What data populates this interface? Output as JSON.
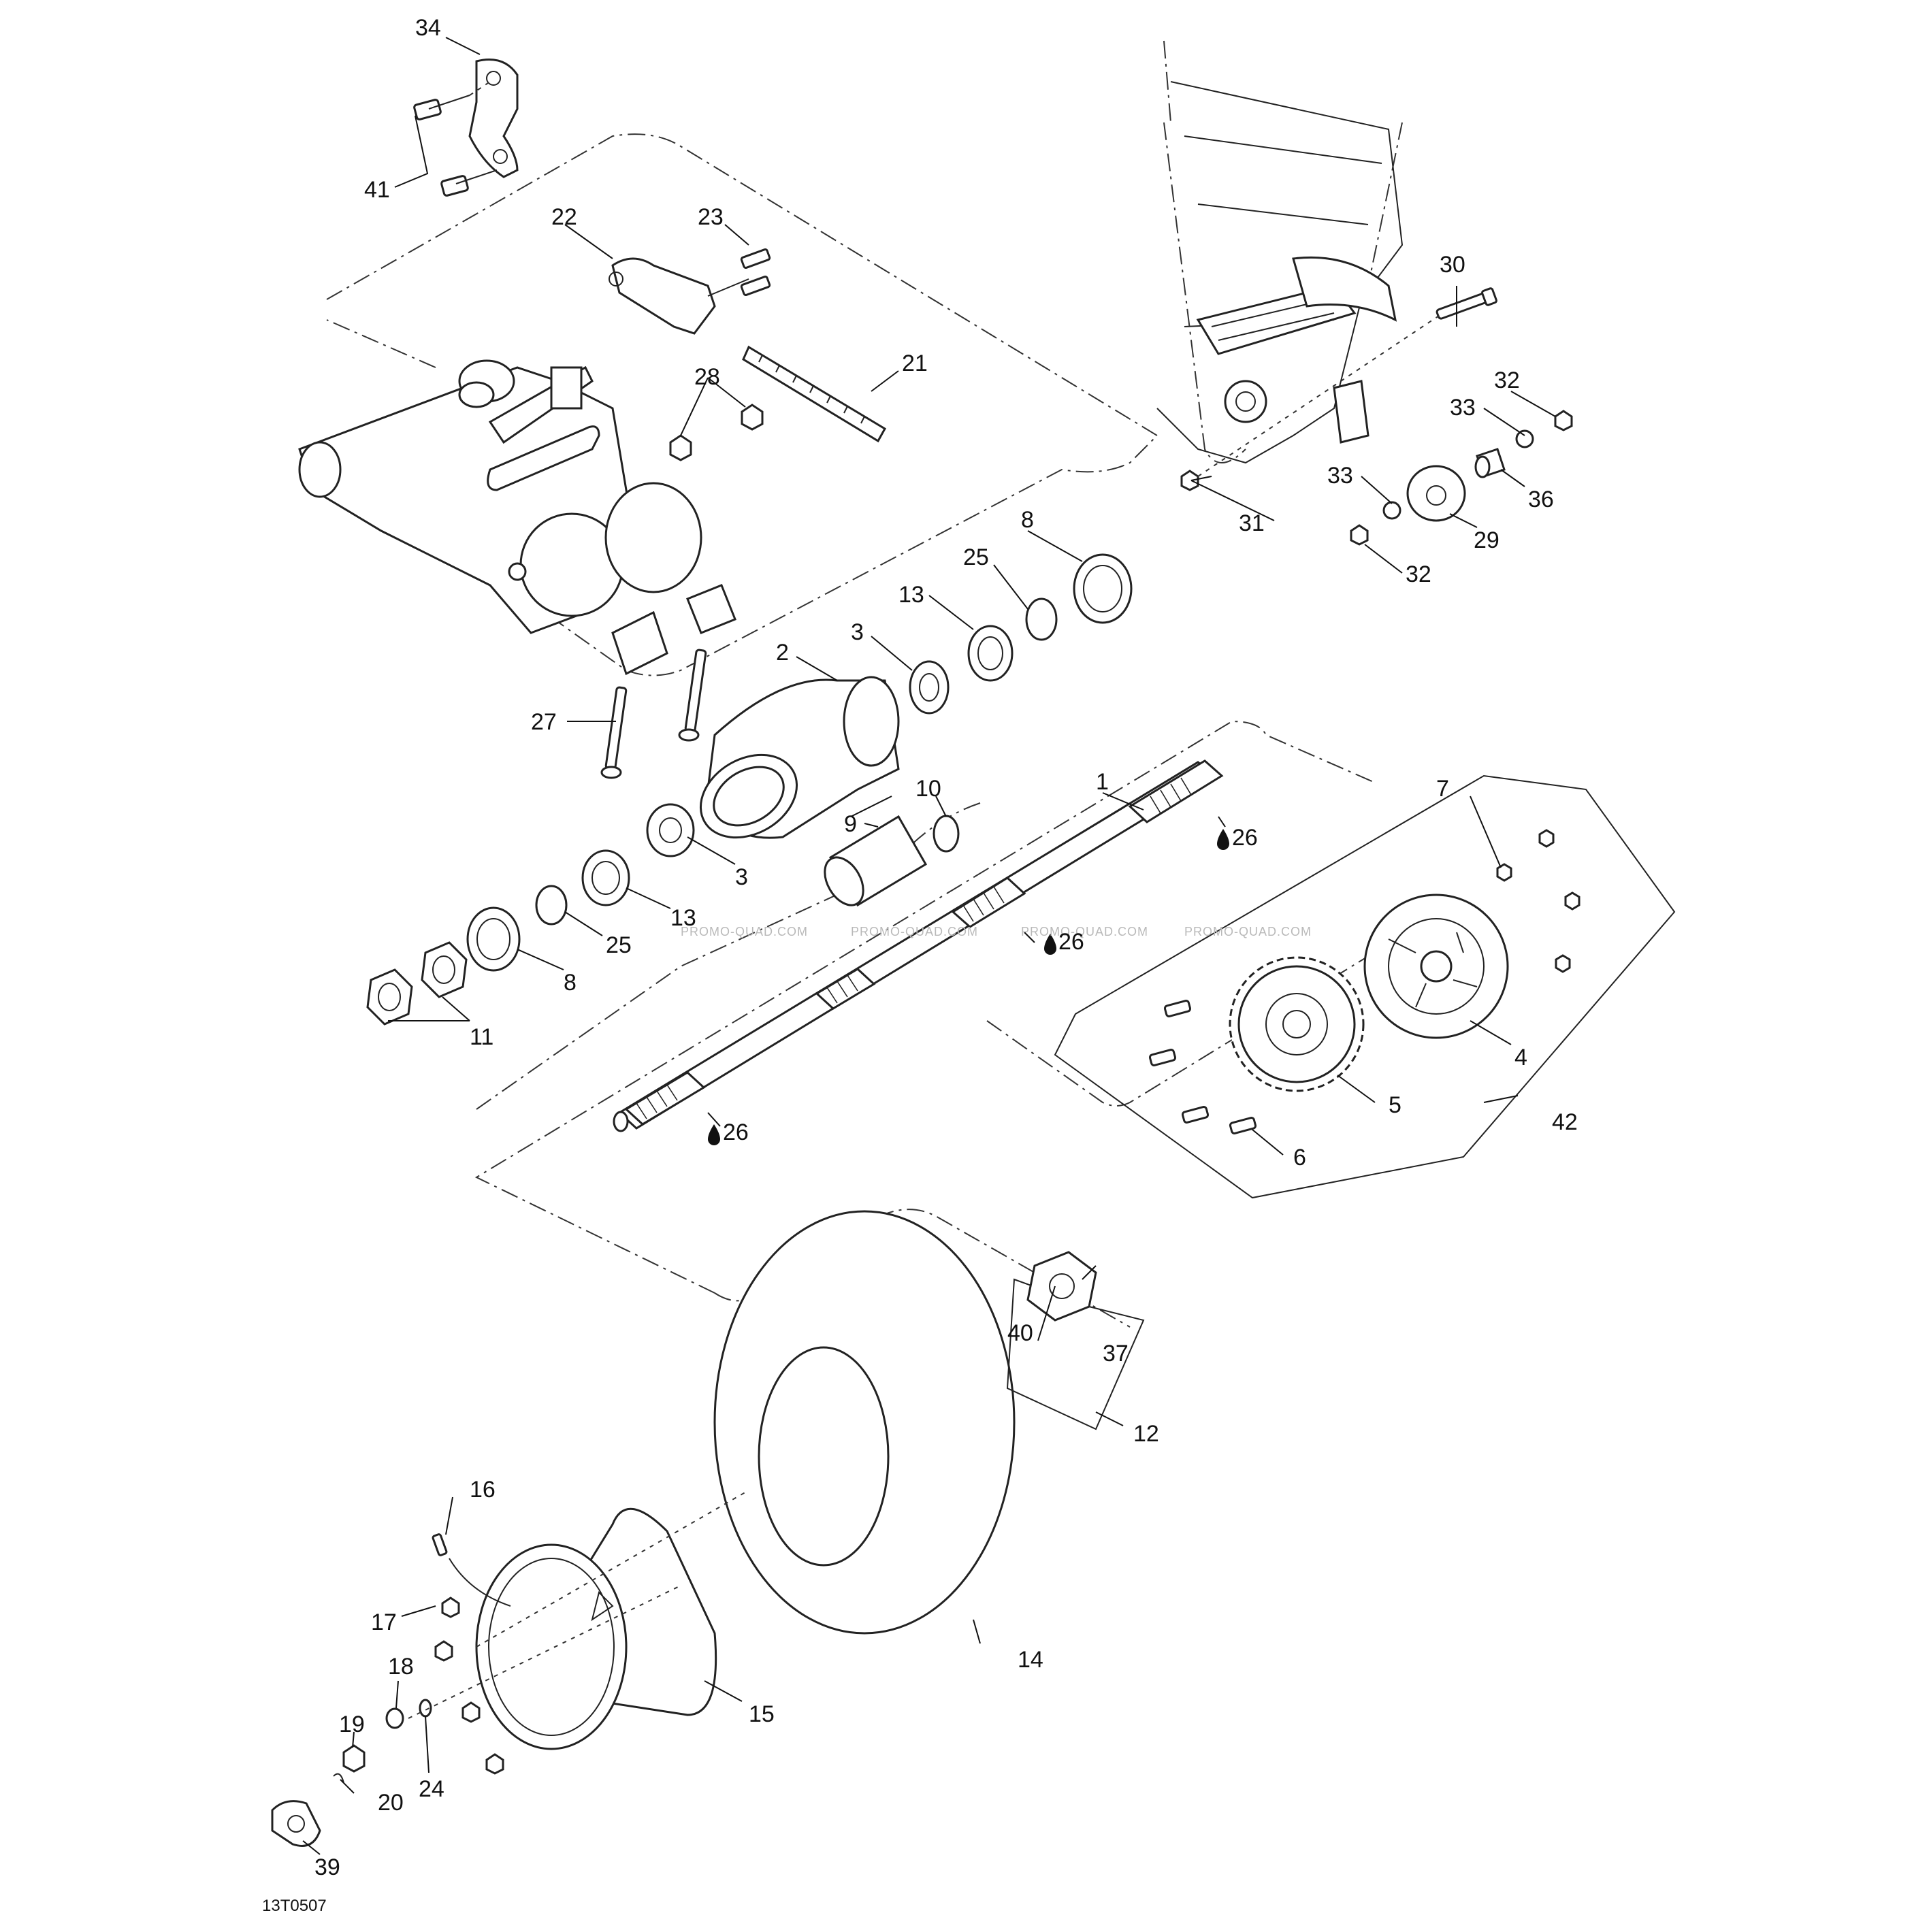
{
  "diagram": {
    "drawing_code": "13T0507",
    "watermark": "PROMO-QUAD.COM",
    "lubricant_icon": "oil-drop-icon",
    "callouts": [
      {
        "id": "c1",
        "text": "1"
      },
      {
        "id": "c2",
        "text": "2"
      },
      {
        "id": "c3a",
        "text": "3"
      },
      {
        "id": "c3b",
        "text": "3"
      },
      {
        "id": "c4",
        "text": "4"
      },
      {
        "id": "c5",
        "text": "5"
      },
      {
        "id": "c6",
        "text": "6"
      },
      {
        "id": "c7",
        "text": "7"
      },
      {
        "id": "c8a",
        "text": "8"
      },
      {
        "id": "c8b",
        "text": "8"
      },
      {
        "id": "c9",
        "text": "9"
      },
      {
        "id": "c10",
        "text": "10"
      },
      {
        "id": "c11",
        "text": "11"
      },
      {
        "id": "c12",
        "text": "12"
      },
      {
        "id": "c13a",
        "text": "13"
      },
      {
        "id": "c13b",
        "text": "13"
      },
      {
        "id": "c14",
        "text": "14"
      },
      {
        "id": "c15",
        "text": "15"
      },
      {
        "id": "c16",
        "text": "16"
      },
      {
        "id": "c17",
        "text": "17"
      },
      {
        "id": "c18",
        "text": "18"
      },
      {
        "id": "c19",
        "text": "19"
      },
      {
        "id": "c20",
        "text": "20"
      },
      {
        "id": "c21",
        "text": "21"
      },
      {
        "id": "c22",
        "text": "22"
      },
      {
        "id": "c23",
        "text": "23"
      },
      {
        "id": "c24",
        "text": "24"
      },
      {
        "id": "c25a",
        "text": "25"
      },
      {
        "id": "c25b",
        "text": "25"
      },
      {
        "id": "c26a",
        "text": "26"
      },
      {
        "id": "c26b",
        "text": "26"
      },
      {
        "id": "c26c",
        "text": "26"
      },
      {
        "id": "c27",
        "text": "27"
      },
      {
        "id": "c28",
        "text": "28"
      },
      {
        "id": "c29",
        "text": "29"
      },
      {
        "id": "c30",
        "text": "30"
      },
      {
        "id": "c31",
        "text": "31"
      },
      {
        "id": "c32a",
        "text": "32"
      },
      {
        "id": "c32b",
        "text": "32"
      },
      {
        "id": "c33a",
        "text": "33"
      },
      {
        "id": "c33b",
        "text": "33"
      },
      {
        "id": "c34",
        "text": "34"
      },
      {
        "id": "c36",
        "text": "36"
      },
      {
        "id": "c37",
        "text": "37"
      },
      {
        "id": "c39",
        "text": "39"
      },
      {
        "id": "c40",
        "text": "40"
      },
      {
        "id": "c41",
        "text": "41"
      },
      {
        "id": "c42",
        "text": "42"
      }
    ]
  }
}
